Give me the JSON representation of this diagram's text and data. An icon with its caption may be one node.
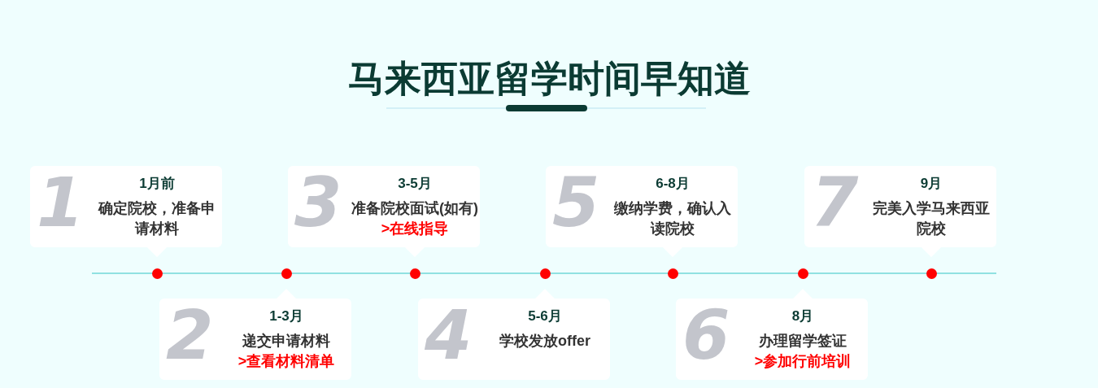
{
  "diagram": {
    "title": "马来西亚留学时间早知道",
    "nodes": [
      {
        "text": [
          "1",
          "1月前",
          "确定院校，准备申请材料"
        ]
      },
      {
        "text": [
          "2",
          "1-3月",
          "递交申请材料",
          ">查看材料清单"
        ]
      },
      {
        "text": [
          "3",
          "3-5月",
          "准备院校面试(如有)",
          ">在线指导"
        ]
      },
      {
        "text": [
          "4",
          "5-6月",
          "学校发放offer"
        ]
      },
      {
        "text": [
          "5",
          "6-8月",
          "缴纳学费，确认入读院校"
        ]
      },
      {
        "text": [
          "6",
          "8月",
          "办理留学签证",
          ">参加行前培训"
        ]
      },
      {
        "text": [
          "7",
          "9月",
          "完美入学马来西亚院校"
        ]
      }
    ]
  }
}
